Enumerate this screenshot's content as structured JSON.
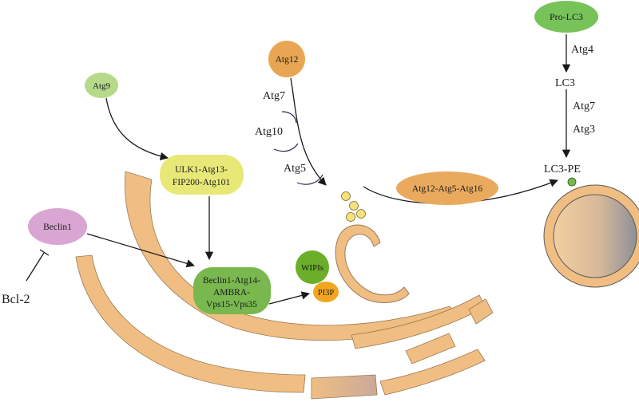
{
  "nodes": {
    "atg9": "Atg9",
    "ulk1": [
      "ULK1-Atg13-",
      "FIP200-Atg101"
    ],
    "beclin1": "Beclin1",
    "bcl2": "Bcl-2",
    "beclin_complex": [
      "Beclin1-Atg14-",
      "AMBRA-",
      "Vps15-Vps35"
    ],
    "wipis": "WIPIs",
    "pi3p": "PI3P",
    "atg12": "Atg12",
    "atg7": "Atg7",
    "atg10": "Atg10",
    "atg5": "Atg5",
    "atg12_complex": "Atg12-Atg5-Atg16",
    "pro_lc3": "Pro-LC3",
    "atg4": "Atg4",
    "lc3": "LC3",
    "atg7_lc3": "Atg7",
    "atg3": "Atg3",
    "lc3_pe": "LC3-PE"
  },
  "colors": {
    "membrane": "#F0BE82",
    "membrane_stroke": "#9A7A55",
    "atg9": "#B7D98A",
    "ulk1": "#E8E878",
    "beclin1": "#D9A5D3",
    "beclin_complex": "#78B84E",
    "wipis": "#6AAE2A",
    "pi3p": "#F2A51F",
    "atg12": "#E9A652",
    "atg12_complex": "#EAAA5E",
    "pro_lc3": "#78C25A",
    "vesicle": "#F5E27A",
    "lc3_dot": "#78B84E"
  }
}
